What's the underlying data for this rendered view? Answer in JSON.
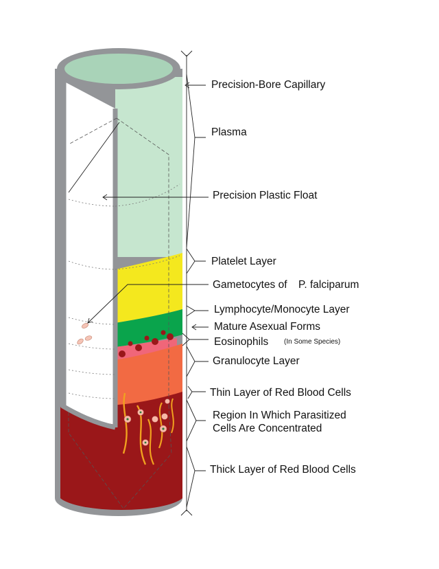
{
  "labels": {
    "capillary": "Precision-Bore Capillary",
    "plasma": "Plasma",
    "float": "Precision Plastic Float",
    "platelet": "Platelet Layer",
    "gametocytes": "Gametocytes of",
    "gametocytes_species": "P. falciparum",
    "lymphocyte": "Lymphocyte/Monocyte Layer",
    "mature": "Mature Asexual Forms",
    "eosinophils": "Eosinophils",
    "eosinophils_note": "(In Some Species)",
    "granulocyte": "Granulocyte Layer",
    "thin_rbc": "Thin Layer of Red Blood Cells",
    "region_line1": "Region In Which Parasitized",
    "region_line2": "Cells Are Concentrated",
    "thick_rbc": "Thick Layer of Red Blood Cells"
  },
  "colors": {
    "tube_rim": "#939598",
    "plasma": "#c6e6cf",
    "plasma_top": "#a9d3b8",
    "platelet": "#f4e81e",
    "lymphocyte": "#0aa44c",
    "eosinophil": "#f06679",
    "granulocyte": "#f26a43",
    "red_cells": "#9a1719",
    "parasite_stroke": "#f0a11f"
  }
}
